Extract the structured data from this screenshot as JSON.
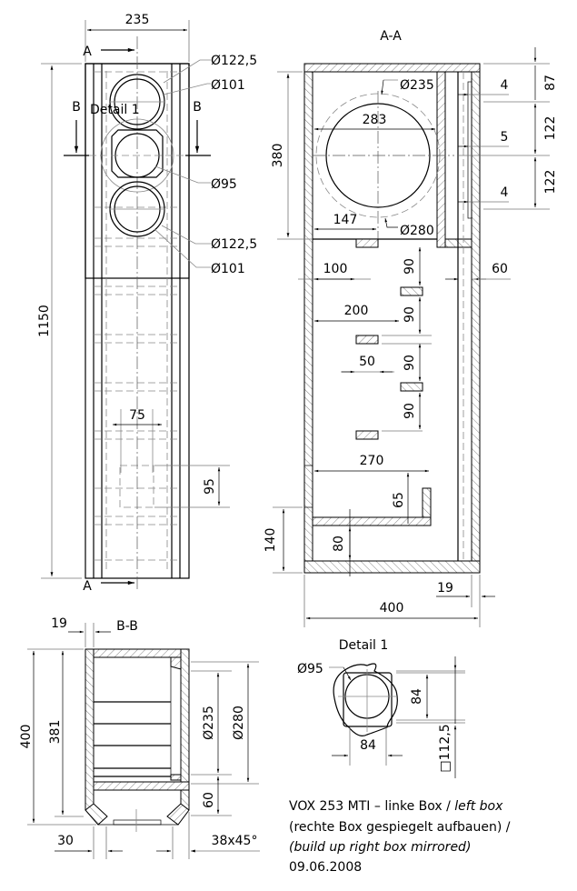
{
  "front_view": {
    "width_dim": "235",
    "height_dim": "1150",
    "section_a_label": "A",
    "section_b_label": "B",
    "detail_label": "Detail 1",
    "callouts": [
      "Ø122,5",
      "Ø101",
      "Ø95",
      "Ø122,5",
      "Ø101"
    ],
    "port_width_dim": "75",
    "port_height_dim": "95"
  },
  "section_aa": {
    "title": "A-A",
    "height_chamber_dim": "380",
    "dia_235": "Ø235",
    "dia_280": "Ø280",
    "width_283": "283",
    "width_147": "147",
    "right_dims": [
      "87",
      "122",
      "122"
    ],
    "small_dims": [
      "4",
      "5",
      "4"
    ],
    "dim_100": "100",
    "dim_60": "60",
    "dim_200": "200",
    "dim_50": "50",
    "dims_90": [
      "90",
      "90",
      "90",
      "90"
    ],
    "dim_270": "270",
    "dim_65": "65",
    "dim_140": "140",
    "dim_80": "80",
    "dim_19": "19",
    "dim_400": "400"
  },
  "section_bb": {
    "title": "B-B",
    "dim_19": "19",
    "dim_400": "400",
    "dim_381": "381",
    "dia_235": "Ø235",
    "dia_280": "Ø280",
    "dim_60": "60",
    "dim_30": "30",
    "chamfer": "38x45°"
  },
  "detail_1": {
    "title": "Detail 1",
    "dia": "Ø95",
    "dim_84_v": "84",
    "dim_84_h": "84",
    "square": "□112,5"
  },
  "notes": {
    "line1_a": "VOX 253 MTI – linke Box / ",
    "line1_b": "left box",
    "line2": "(rechte Box gespiegelt aufbauen) /",
    "line3": "(build up right box mirrored)",
    "date": "09.06.2008"
  }
}
